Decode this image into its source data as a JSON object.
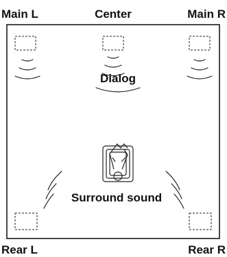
{
  "labels": {
    "main_left": "Main L",
    "center": "Center",
    "main_right": "Main R",
    "dialog": "Dialog",
    "surround": "Surround sound",
    "rear_left": "Rear L",
    "rear_right": "Rear R"
  },
  "icons": {
    "listener": "armchair-listener-icon",
    "speaker": "speaker-icon"
  }
}
